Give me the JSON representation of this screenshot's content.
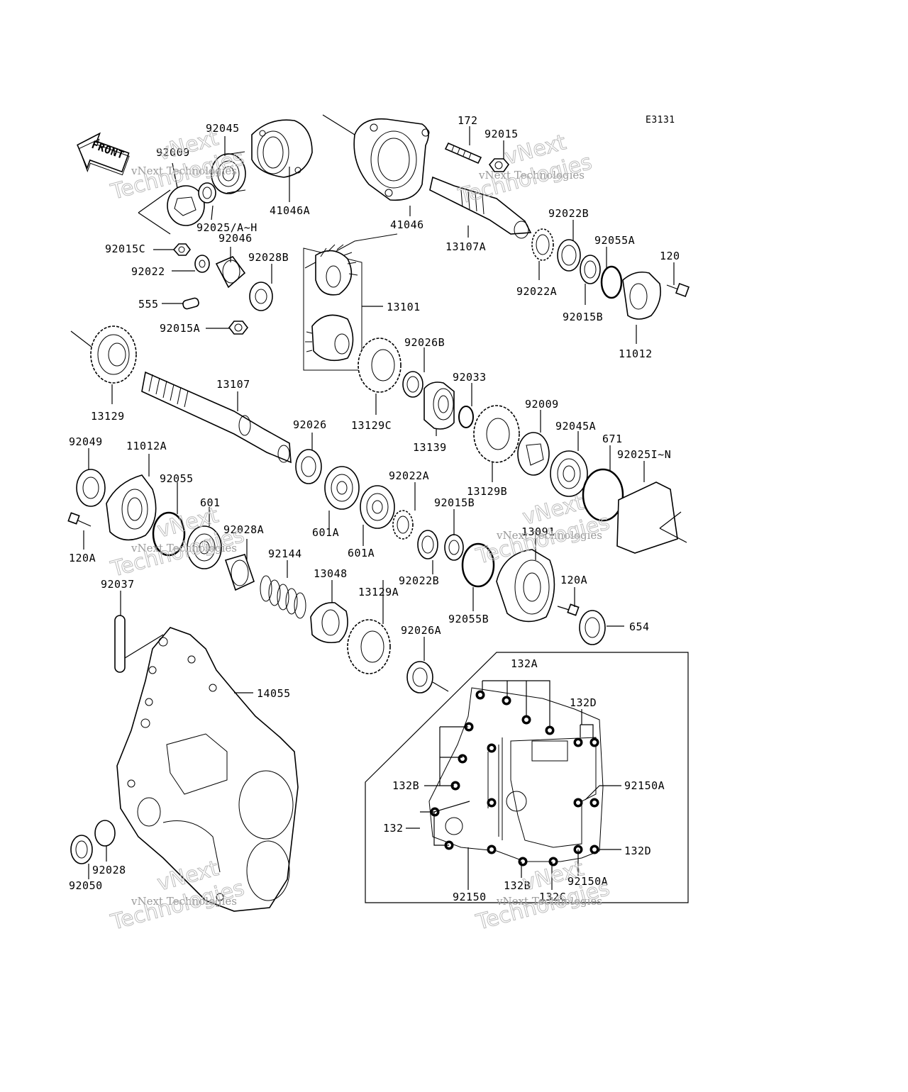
{
  "diagram": {
    "code": "E3131",
    "front_label": "FRONT",
    "watermark": {
      "line1": "vNext",
      "line2": "vNext Technologies",
      "line3": "Technologies"
    },
    "labels": [
      {
        "id": "92045",
        "text": "92045"
      },
      {
        "id": "92009",
        "text": "92009"
      },
      {
        "id": "41046A",
        "text": "41046A"
      },
      {
        "id": "92025AH",
        "text": "92025/A~H"
      },
      {
        "id": "92046",
        "text": "92046"
      },
      {
        "id": "92015C",
        "text": "92015C"
      },
      {
        "id": "92022",
        "text": "92022"
      },
      {
        "id": "92028B",
        "text": "92028B"
      },
      {
        "id": "555",
        "text": "555"
      },
      {
        "id": "92015A",
        "text": "92015A"
      },
      {
        "id": "13101",
        "text": "13101"
      },
      {
        "id": "172",
        "text": "172"
      },
      {
        "id": "92015",
        "text": "92015"
      },
      {
        "id": "41046",
        "text": "41046"
      },
      {
        "id": "13107A",
        "text": "13107A"
      },
      {
        "id": "92022B_top",
        "text": "92022B"
      },
      {
        "id": "92055A",
        "text": "92055A"
      },
      {
        "id": "120",
        "text": "120"
      },
      {
        "id": "92022A_top",
        "text": "92022A"
      },
      {
        "id": "92015B_top",
        "text": "92015B"
      },
      {
        "id": "11012",
        "text": "11012"
      },
      {
        "id": "13129",
        "text": "13129"
      },
      {
        "id": "13107",
        "text": "13107"
      },
      {
        "id": "92026B",
        "text": "92026B"
      },
      {
        "id": "13129C",
        "text": "13129C"
      },
      {
        "id": "92033",
        "text": "92033"
      },
      {
        "id": "13139",
        "text": "13139"
      },
      {
        "id": "92026",
        "text": "92026"
      },
      {
        "id": "92009b",
        "text": "92009"
      },
      {
        "id": "92045A",
        "text": "92045A"
      },
      {
        "id": "671",
        "text": "671"
      },
      {
        "id": "92025IN",
        "text": "92025I~N"
      },
      {
        "id": "13129B",
        "text": "13129B"
      },
      {
        "id": "92049",
        "text": "92049"
      },
      {
        "id": "11012A",
        "text": "11012A"
      },
      {
        "id": "92055",
        "text": "92055"
      },
      {
        "id": "601",
        "text": "601"
      },
      {
        "id": "92022A_mid",
        "text": "92022A"
      },
      {
        "id": "601A_1",
        "text": "601A"
      },
      {
        "id": "601A_2",
        "text": "601A"
      },
      {
        "id": "92015B_mid",
        "text": "92015B"
      },
      {
        "id": "13091",
        "text": "13091"
      },
      {
        "id": "120A_l",
        "text": "120A"
      },
      {
        "id": "92028A",
        "text": "92028A"
      },
      {
        "id": "92144",
        "text": "92144"
      },
      {
        "id": "92022B_mid",
        "text": "92022B"
      },
      {
        "id": "13048",
        "text": "13048"
      },
      {
        "id": "13129A",
        "text": "13129A"
      },
      {
        "id": "120A_r",
        "text": "120A"
      },
      {
        "id": "92055B",
        "text": "92055B"
      },
      {
        "id": "654",
        "text": "654"
      },
      {
        "id": "92037",
        "text": "92037"
      },
      {
        "id": "92026A",
        "text": "92026A"
      },
      {
        "id": "14055",
        "text": "14055"
      },
      {
        "id": "132A",
        "text": "132A"
      },
      {
        "id": "132D_top",
        "text": "132D"
      },
      {
        "id": "132B_l",
        "text": "132B"
      },
      {
        "id": "92150A_top",
        "text": "92150A"
      },
      {
        "id": "132",
        "text": "132"
      },
      {
        "id": "132D_bot",
        "text": "132D"
      },
      {
        "id": "92028",
        "text": "92028"
      },
      {
        "id": "92050",
        "text": "92050"
      },
      {
        "id": "132B_b",
        "text": "132B"
      },
      {
        "id": "92150A_bot",
        "text": "92150A"
      },
      {
        "id": "92150",
        "text": "92150"
      },
      {
        "id": "132C",
        "text": "132C"
      }
    ]
  }
}
